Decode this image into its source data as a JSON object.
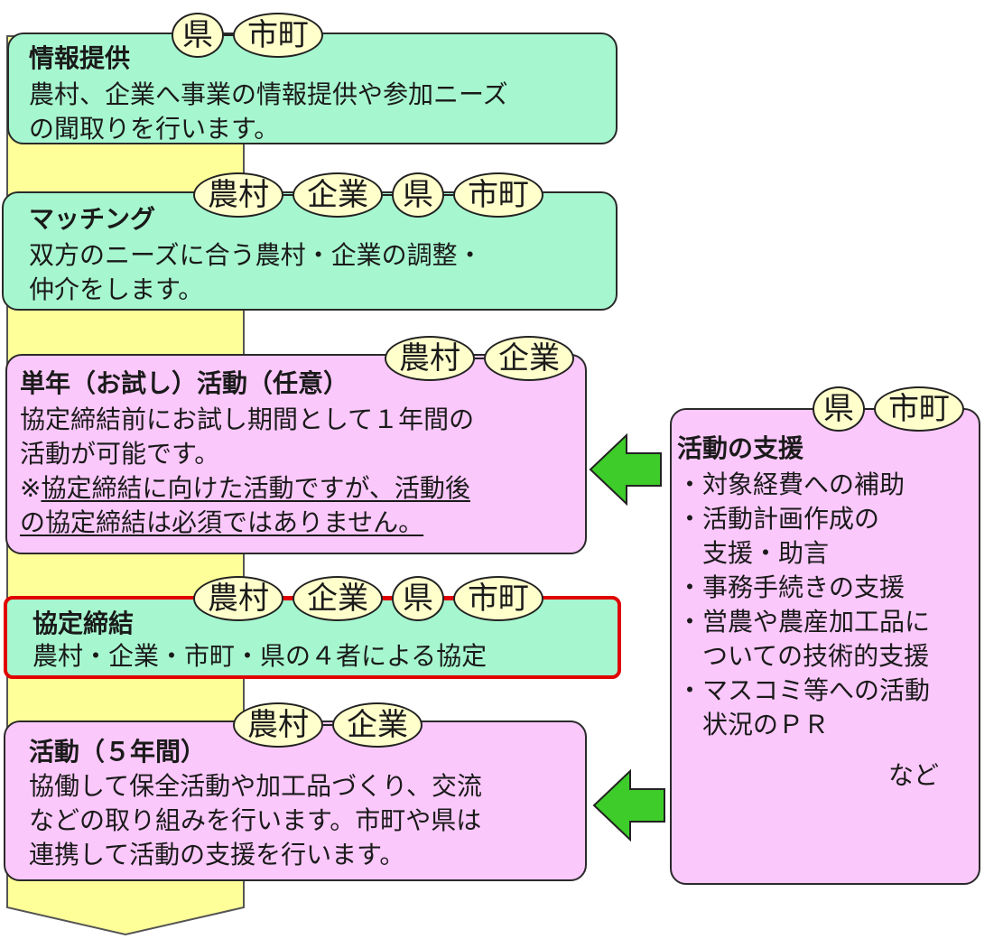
{
  "flow": [
    {
      "title": "情報提供",
      "tags": [
        "県",
        "市町"
      ],
      "lines": [
        "農村、企業へ事業の情報提供や参加ニーズ",
        "の聞取りを行います。"
      ]
    },
    {
      "title": "マッチング",
      "tags": [
        "農村",
        "企業",
        "県",
        "市町"
      ],
      "lines": [
        "双方のニーズに合う農村・企業の調整・",
        "仲介をします。"
      ]
    },
    {
      "title": "単年（お試し）活動（任意）",
      "tags": [
        "農村",
        "企業"
      ],
      "lines": [
        "協定締結前にお試し期間として１年間の",
        "活動が可能です。"
      ],
      "note_mark": "※",
      "note_lines": [
        "協定締結に向けた活動ですが、活動後",
        "の協定締結は必須ではありません。"
      ]
    },
    {
      "title": "協定締結",
      "tags": [
        "農村",
        "企業",
        "県",
        "市町"
      ],
      "lines": [
        "農村・企業・市町・県の４者による協定"
      ]
    },
    {
      "title": "活動（５年間）",
      "tags": [
        "農村",
        "企業"
      ],
      "lines": [
        "協働して保全活動や加工品づくり、交流",
        "などの取り組みを行います。市町や県は",
        "連携して活動の支援を行います。"
      ]
    }
  ],
  "support": {
    "title": "活動の支援",
    "tags": [
      "県",
      "市町"
    ],
    "rows": [
      "・対象経費への補助",
      "・活動計画作成の",
      "　支援・助言",
      "・事務手続きの支援",
      "・営農や農産加工品に",
      "　ついての技術的支援",
      "・マスコミ等への活動",
      "　状況のＰＲ"
    ],
    "tail": "など"
  },
  "colors": {
    "green": "#a6f7cf",
    "pink": "#fbc8fb",
    "tag": "#ffffcc",
    "highlight_border": "#e00000",
    "arrow": "#3dcc2a",
    "timeline": "#ffff99"
  }
}
